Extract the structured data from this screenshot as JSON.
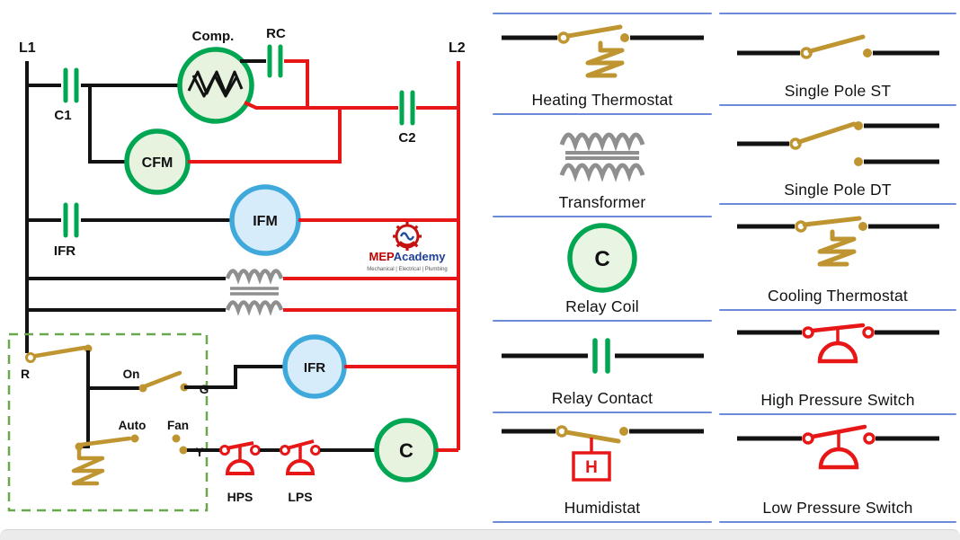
{
  "colors": {
    "green": "#00a651",
    "blue": "#3fa9dc",
    "red": "#e81717",
    "gold": "#be9530",
    "gray": "#8f8f8f",
    "separator_blue": "#6c8cd9",
    "wire_black": "#121212"
  },
  "circuit": {
    "rail_left": "L1",
    "rail_right": "L2",
    "labels": {
      "c1": "C1",
      "comp": "Comp.",
      "rc": "RC",
      "c2": "C2",
      "cfm": "CFM",
      "ifm": "IFM",
      "ifr_contact": "IFR",
      "ifr_coil": "IFR",
      "relay_coil": "C",
      "hps": "HPS",
      "lps": "LPS"
    },
    "thermostat": {
      "r": "R",
      "on": "On",
      "g": "G",
      "auto": "Auto",
      "fan": "Fan",
      "y": "Y"
    },
    "logo": {
      "brand_mep": "MEP",
      "brand_academy": "Academy",
      "tagline": "Mechanical | Electrical | Plumbing"
    }
  },
  "legend": {
    "column1": [
      {
        "label": "Heating Thermostat"
      },
      {
        "label": "Transformer"
      },
      {
        "label": "Relay Coil",
        "letter": "C"
      },
      {
        "label": "Relay Contact"
      },
      {
        "label": "Humidistat",
        "letter": "H"
      }
    ],
    "column2": [
      {
        "label": "Single Pole ST"
      },
      {
        "label": "Single Pole DT"
      },
      {
        "label": "Cooling Thermostat"
      },
      {
        "label": "High Pressure Switch"
      },
      {
        "label": "Low Pressure Switch"
      }
    ]
  }
}
